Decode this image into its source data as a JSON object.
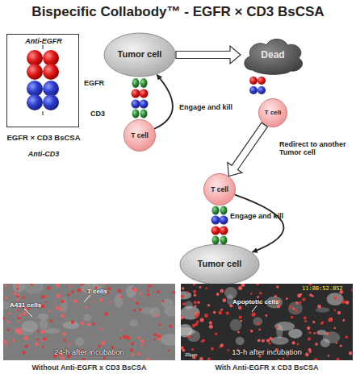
{
  "diagram": {
    "title": "Bispecific Collabody™ - EGFR × CD3 BsCSA",
    "nodes": [
      {
        "text": [
          "Anti-EGFR",
          "Anti-CD3",
          "EGFR × CD3 BsCSA"
        ]
      },
      {
        "text": [
          "Tumor cell"
        ]
      },
      {
        "text": [
          "Dead"
        ]
      },
      {
        "text": [
          "T cell"
        ]
      },
      {
        "text": [
          "T cell"
        ]
      },
      {
        "text": [
          "T cell"
        ]
      },
      {
        "text": [
          "Tumor cell"
        ]
      },
      {
        "text": [
          "A431 cells",
          "T cells",
          "24-h after incubation",
          "Without Anti-EGFR x CD3 BsCSA"
        ]
      },
      {
        "text": [
          "Apoptotic cells",
          "11:00:52.052",
          "13-h after incubation",
          "With Anti-EGFR x CD3 BsCSA"
        ]
      }
    ],
    "edges": [
      {
        "from": 1,
        "to": 2,
        "arrow": "to"
      },
      {
        "from": 3,
        "to": 1,
        "label": "Engage and kill",
        "arrow": "to"
      },
      {
        "from": 4,
        "to": 5,
        "label": "Redirect to another Tumor cell",
        "arrow": "to"
      },
      {
        "from": 5,
        "to": 6,
        "label": "Engage and kill",
        "arrow": "to"
      }
    ],
    "labels": [
      "EGFR",
      "CD3",
      "20μm"
    ]
  }
}
